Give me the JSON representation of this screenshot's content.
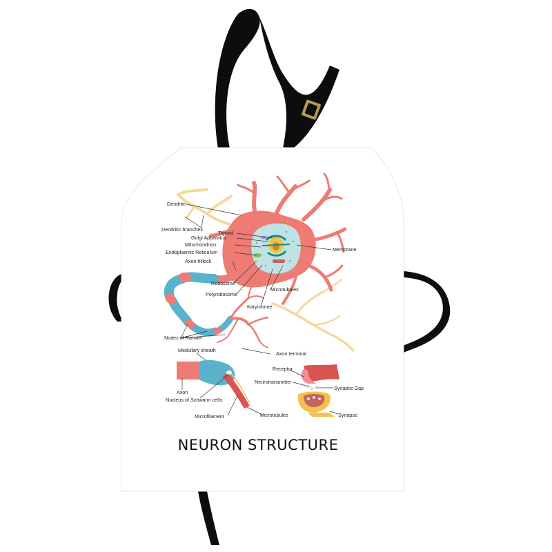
{
  "title": "NEURON STRUCTURE",
  "colors": {
    "soma": "#ee7b74",
    "myelin": "#5ab3cc",
    "dendrite_pale": "#f6d79d",
    "nucleus": "#bfe3e4",
    "strap": "#0d0d0d",
    "apron": "#ffffff"
  },
  "labels": {
    "dendrite": "Dendrite",
    "dendritic_branches": "Dendritic branches",
    "tigroid": "Tigroid",
    "golgi": "Golgi Apparatus",
    "mitochondrion": "Mitochondrion",
    "er": "Endoplasmic Reticulum",
    "axon_hillock": "Axon hillock",
    "membrane": "Membrane",
    "robosome": "Robosome",
    "polyrobosome": "Polyrobosome",
    "microtubules_top": "Microtubules",
    "karyosome": "Karyosome",
    "nodes_of_ranvier": "Nodes of Ranvier",
    "medullary_sheath": "Medullary sheath",
    "axon_terminal": "Axon terminal",
    "axon": "Axon",
    "nucleus_schwann": "Nucleus of Schwann cells",
    "microfilament": "Microfilament",
    "microtubules_bottom": "Microtubules",
    "receptor": "Receptor",
    "neurotransmitter": "Neurotransmitter",
    "synaptic_gap": "Synaptic Gap",
    "synapse": "Synapse"
  }
}
